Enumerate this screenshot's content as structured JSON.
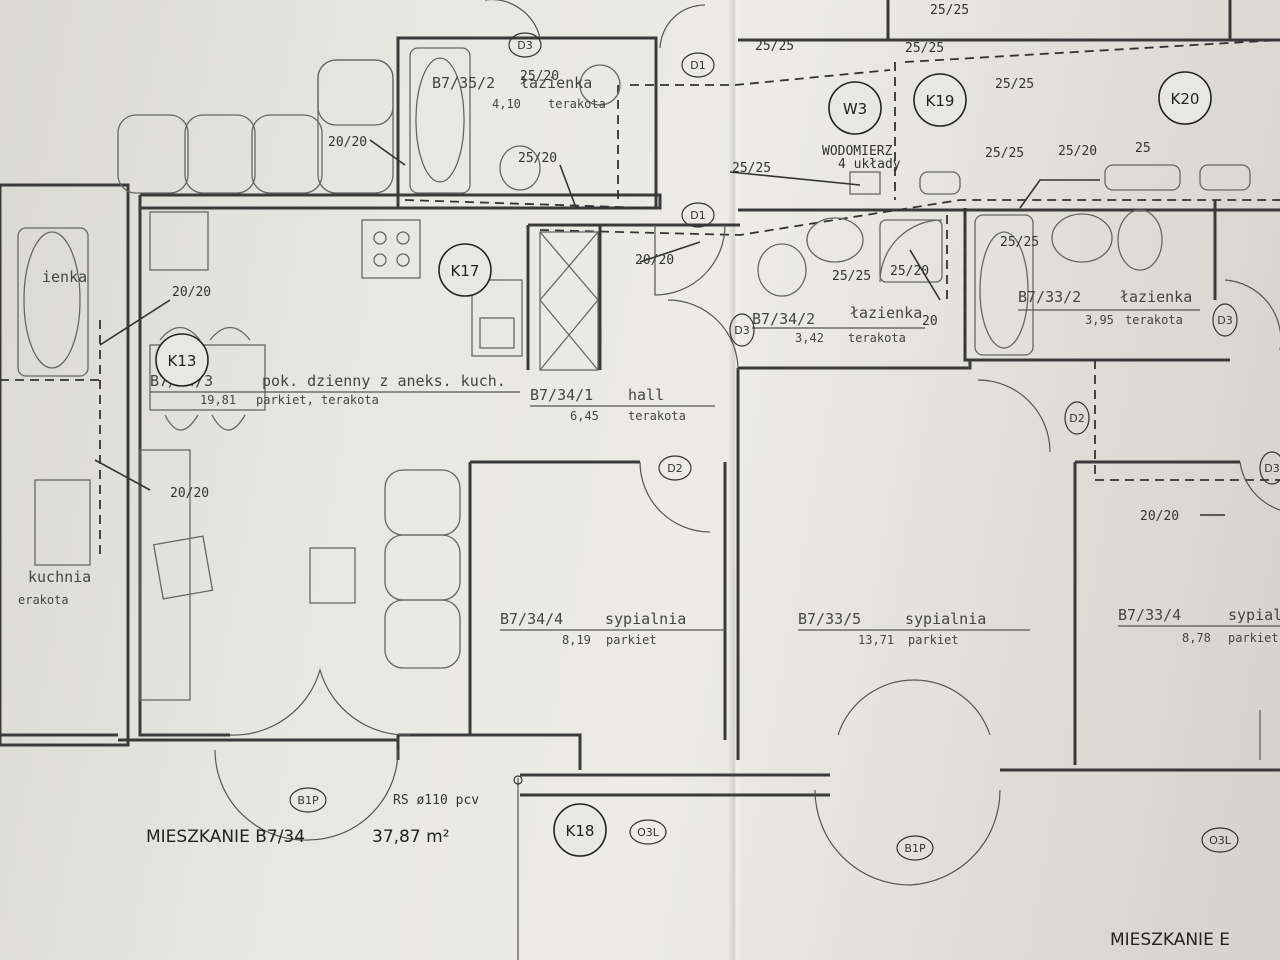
{
  "apartments": [
    {
      "label": "MIESZKANIE B7/34",
      "area": "37,87 m²"
    },
    {
      "label": "MIESZKANIE E",
      "area": ""
    }
  ],
  "rooms": [
    {
      "code": "B7/35/2",
      "name": "łazienka",
      "area": "4,10",
      "finish": "terakota"
    },
    {
      "code": "B7/34/3",
      "name": "pok. dzienny z aneks. kuch.",
      "area": "19,81",
      "finish": "parkiet, terakota"
    },
    {
      "code": "B7/34/1",
      "name": "hall",
      "area": "6,45",
      "finish": "terakota"
    },
    {
      "code": "B7/34/2",
      "name": "łazienka",
      "area": "3,42",
      "finish": "terakota"
    },
    {
      "code": "B7/33/2",
      "name": "łazienka",
      "area": "3,95",
      "finish": "terakota"
    },
    {
      "code": "B7/34/4",
      "name": "sypialnia",
      "area": "8,19",
      "finish": "parkiet"
    },
    {
      "code": "B7/33/5",
      "name": "sypialnia",
      "area": "13,71",
      "finish": "parkiet"
    },
    {
      "code": "B7/33/4",
      "name": "sypial",
      "area": "8,78",
      "finish": "parkiet"
    }
  ],
  "partial_labels": {
    "left_bath": "ienka",
    "left_kitchen": "kuchnia",
    "left_kitchen_finish": "erakota"
  },
  "tags": [
    "K13",
    "K17",
    "K18",
    "K19",
    "K20",
    "W3"
  ],
  "doors": [
    "D1",
    "D1",
    "D2",
    "D2",
    "D3",
    "D3",
    "D3",
    "D3",
    "B1P",
    "B1P",
    "O3L",
    "O3L"
  ],
  "pipe_labels": [
    "25/20",
    "20/20",
    "25/20",
    "20/20",
    "20/20",
    "20/20",
    "25/25",
    "25/25",
    "25/25",
    "25/25",
    "25/25",
    "25/20",
    "25",
    "25/25",
    "25/25",
    "25/20",
    "20",
    "20/20",
    "25/25"
  ],
  "meter": {
    "line1": "WODOMIERZ",
    "line2": "4 układy"
  },
  "riser": "RS ø110 pcv"
}
